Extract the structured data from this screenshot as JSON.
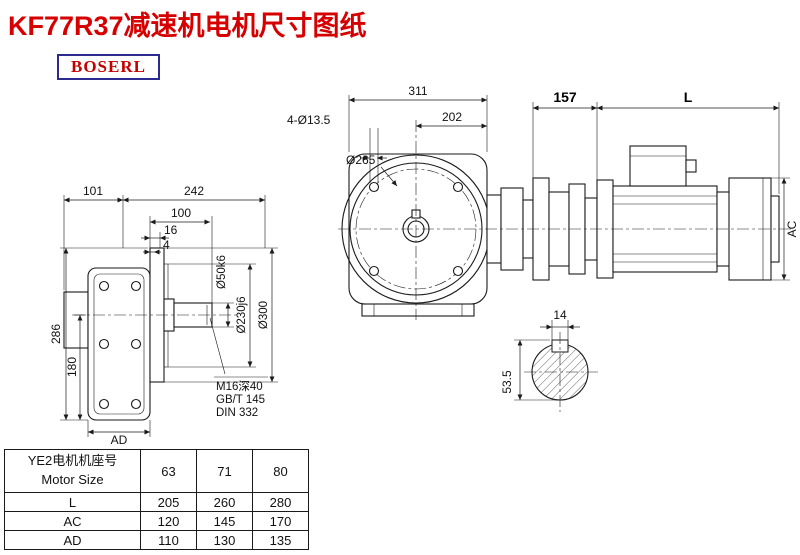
{
  "title": "KF77R37减速机电机尺寸图纸",
  "brand": "BOSERL",
  "colors": {
    "title_red": "#d60000",
    "brand_red": "#c40000",
    "logo_border": "#2b2b8f",
    "line": "#1a1a1a"
  },
  "drawing": {
    "side_view": {
      "dim_101": "101",
      "dim_242": "242",
      "dim_100": "100",
      "dim_16": "16",
      "dim_4": "4",
      "dim_286": "286",
      "dim_180": "180",
      "dim_AD": "AD",
      "shaft_dia": "Ø50k6",
      "spigot_dia": "Ø230j6",
      "flange_od": "Ø300",
      "note1": "M16深40",
      "note2": "GB/T 145",
      "note3": "DIN 332"
    },
    "front_view": {
      "dim_311": "311",
      "dim_202": "202",
      "bolt_holes": "4-Ø13.5",
      "flange_dia": "Ø265"
    },
    "motor_view": {
      "dim_157": "157",
      "dim_L": "L",
      "dim_AC": "AC"
    },
    "key_section": {
      "dim_14": "14",
      "dim_53_5": "53.5"
    }
  },
  "table": {
    "header": {
      "cn": "YE2电机机座号",
      "en": "Motor Size",
      "sizes": [
        "63",
        "71",
        "80"
      ]
    },
    "rows": [
      {
        "name": "L",
        "values": [
          "205",
          "260",
          "280"
        ]
      },
      {
        "name": "AC",
        "values": [
          "120",
          "145",
          "170"
        ]
      },
      {
        "name": "AD",
        "values": [
          "110",
          "130",
          "135"
        ]
      }
    ]
  }
}
